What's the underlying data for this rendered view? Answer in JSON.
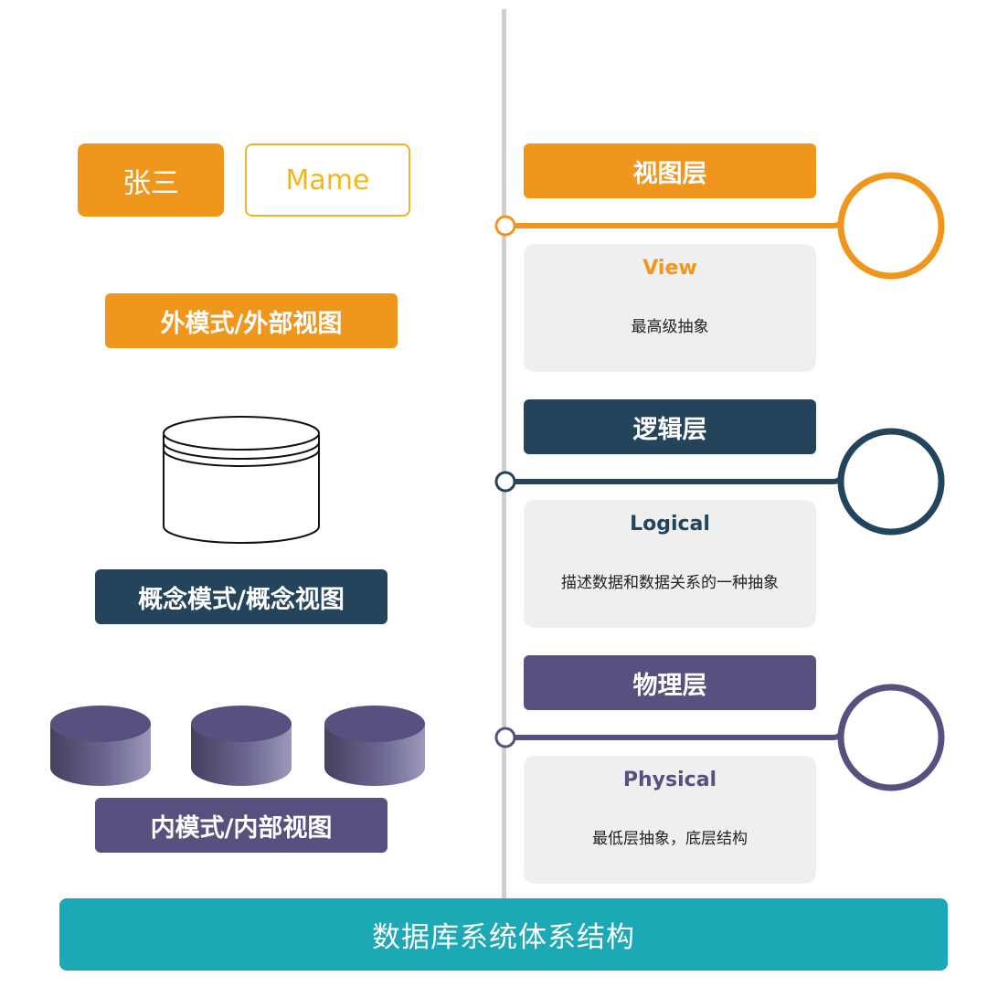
{
  "top_buttons": {
    "name_value": "张三",
    "name_label": "Mame"
  },
  "left_labels": {
    "external": "外模式/外部视图",
    "conceptual": "概念模式/概念视图",
    "internal": "内模式/内部视图"
  },
  "layers": [
    {
      "header": "视图层",
      "title": "View",
      "desc": "最高级抽象",
      "color": "#f0961d"
    },
    {
      "header": "逻辑层",
      "title": "Logical",
      "desc": "描述数据和数据关系的一种抽象",
      "color": "#24445c"
    },
    {
      "header": "物理层",
      "title": "Physical",
      "desc": "最低层抽象，底层结构",
      "color": "#56517f"
    }
  ],
  "footer": {
    "title": "数据库系统体系结构"
  },
  "colors": {
    "orange": "#f0961d",
    "navy": "#24445c",
    "purple": "#56517f",
    "teal": "#1da8b5",
    "card_bg": "#efefef"
  },
  "icons": {
    "single_database": "database-outline-icon",
    "storage_databases": "database-cylinder-icon"
  }
}
